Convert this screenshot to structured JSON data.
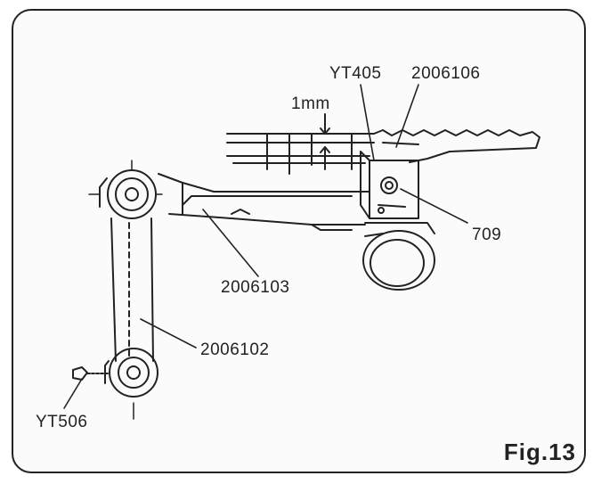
{
  "labels": {
    "yt405": "YT405",
    "p2006106": "2006106",
    "gap": "1mm",
    "p709": "709",
    "p2006103": "2006103",
    "p2006102": "2006102",
    "yt506": "YT506"
  },
  "figure_caption": "Fig.13",
  "colors": {
    "ink": "#222222",
    "paper": "#fbfbfb"
  }
}
